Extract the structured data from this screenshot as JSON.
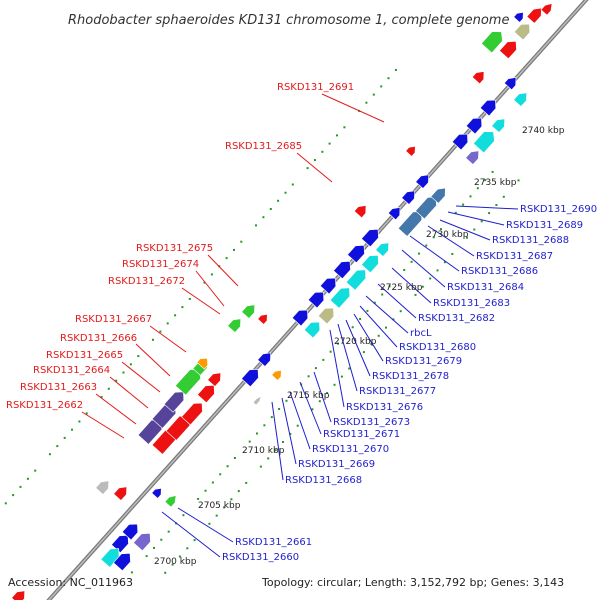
{
  "title": "Rhodobacter sphaeroides KD131 chromosome 1, complete genome",
  "accession": "Accession: NC_011963",
  "summary": "Topology: circular; Length: 3,152,792 bp; Genes: 3,143",
  "colors": {
    "label_red": "#e31a1c",
    "label_blue": "#1f1fcc",
    "gene_blue": "#1010dd",
    "gene_red": "#ee1111",
    "gene_cyan": "#11dddd",
    "gene_green": "#33cc33",
    "gene_purple": "#554499",
    "gene_steel": "#4477aa",
    "gene_orange": "#ff9900",
    "gene_khaki": "#bbbb88",
    "gene_lavender": "#7766cc",
    "gene_grey": "#bbbbbb",
    "backbone": "#888888",
    "gc_dots": "#229922"
  },
  "kbp_ticks": [
    {
      "label": "2700 kbp"
    },
    {
      "label": "2705 kbp"
    },
    {
      "label": "2710 kbp"
    },
    {
      "label": "2715 kbp"
    },
    {
      "label": "2720 kbp"
    },
    {
      "label": "2725 kbp"
    },
    {
      "label": "2730 kbp"
    },
    {
      "label": "2735 kbp"
    },
    {
      "label": "2740 kbp"
    }
  ],
  "left_labels": [
    {
      "text": "RSKD131_2691"
    },
    {
      "text": "RSKD131_2685"
    },
    {
      "text": "RSKD131_2675"
    },
    {
      "text": "RSKD131_2674"
    },
    {
      "text": "RSKD131_2672"
    },
    {
      "text": "RSKD131_2667"
    },
    {
      "text": "RSKD131_2666"
    },
    {
      "text": "RSKD131_2665"
    },
    {
      "text": "RSKD131_2664"
    },
    {
      "text": "RSKD131_2663"
    },
    {
      "text": "RSKD131_2662"
    }
  ],
  "right_labels": [
    {
      "text": "RSKD131_2690"
    },
    {
      "text": "RSKD131_2689"
    },
    {
      "text": "RSKD131_2688"
    },
    {
      "text": "RSKD131_2687"
    },
    {
      "text": "RSKD131_2686"
    },
    {
      "text": "RSKD131_2684"
    },
    {
      "text": "RSKD131_2683"
    },
    {
      "text": "RSKD131_2682"
    },
    {
      "text": "rbcL"
    },
    {
      "text": "RSKD131_2680"
    },
    {
      "text": "RSKD131_2679"
    },
    {
      "text": "RSKD131_2678"
    },
    {
      "text": "RSKD131_2677"
    },
    {
      "text": "RSKD131_2676"
    },
    {
      "text": "RSKD131_2673"
    },
    {
      "text": "RSKD131_2671"
    },
    {
      "text": "RSKD131_2670"
    },
    {
      "text": "RSKD131_2669"
    },
    {
      "text": "RSKD131_2668"
    },
    {
      "text": "RSKD131_2661"
    },
    {
      "text": "RSKD131_2660"
    }
  ]
}
